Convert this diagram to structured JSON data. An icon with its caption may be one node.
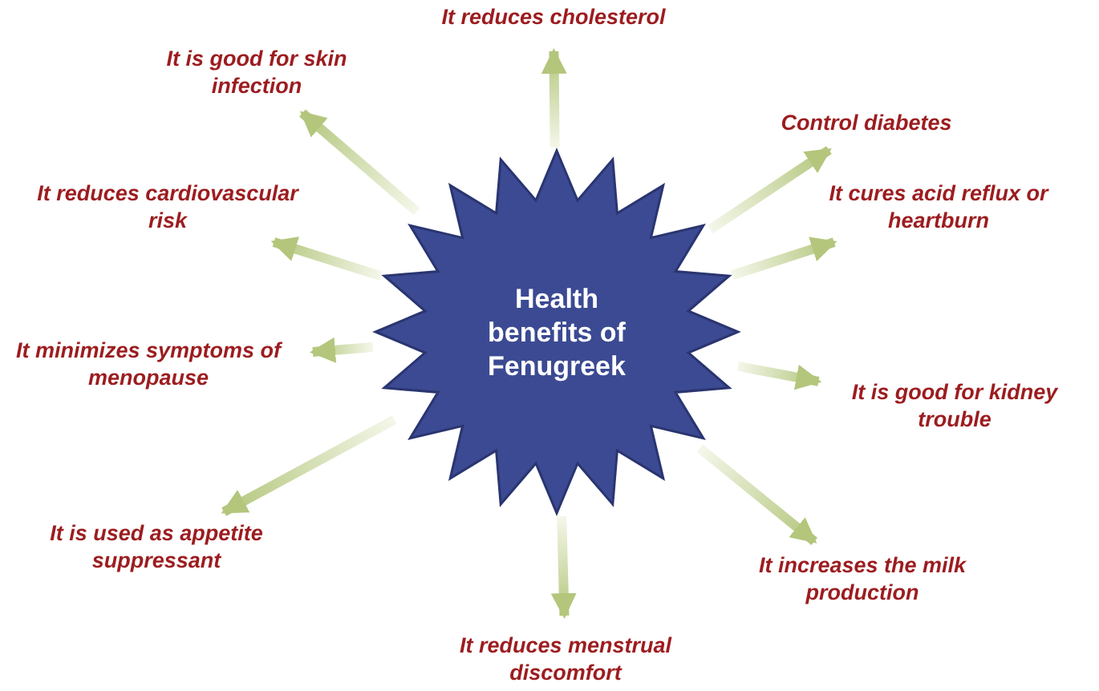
{
  "diagram": {
    "nodes": [
      {
        "text": [
          "Health benefits of Fenugreek"
        ]
      },
      {
        "text": [
          "It reduces cholesterol"
        ]
      },
      {
        "text": [
          "Control diabetes"
        ]
      },
      {
        "text": [
          "It cures acid reflux or heartburn"
        ]
      },
      {
        "text": [
          "It is good for kidney trouble"
        ]
      },
      {
        "text": [
          "It increases the milk production"
        ]
      },
      {
        "text": [
          "It reduces menstrual discomfort"
        ]
      },
      {
        "text": [
          "It is used as appetite suppressant"
        ]
      },
      {
        "text": [
          "It minimizes symptoms of menopause"
        ]
      },
      {
        "text": [
          "It reduces cardiovascular risk"
        ]
      },
      {
        "text": [
          "It is good for skin infection"
        ]
      }
    ],
    "edges": [
      {
        "from": 0,
        "to": 1,
        "arrow": "to"
      },
      {
        "from": 0,
        "to": 2,
        "arrow": "to"
      },
      {
        "from": 0,
        "to": 3,
        "arrow": "to"
      },
      {
        "from": 0,
        "to": 4,
        "arrow": "to"
      },
      {
        "from": 0,
        "to": 5,
        "arrow": "to"
      },
      {
        "from": 0,
        "to": 6,
        "arrow": "to"
      },
      {
        "from": 0,
        "to": 7,
        "arrow": "to"
      },
      {
        "from": 0,
        "to": 8,
        "arrow": "to"
      },
      {
        "from": 0,
        "to": 9,
        "arrow": "to"
      },
      {
        "from": 0,
        "to": 10,
        "arrow": "to"
      }
    ]
  }
}
